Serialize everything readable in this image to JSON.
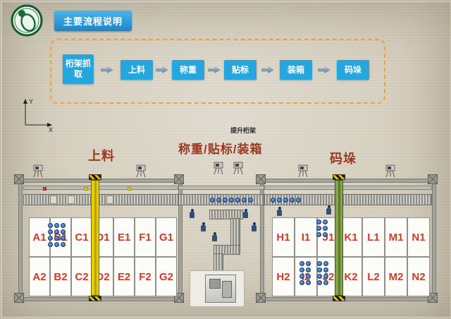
{
  "header": {
    "title": "主要流程说明"
  },
  "flow": {
    "steps": [
      "桁架抓取",
      "上料",
      "称重",
      "贴标",
      "装箱",
      "码垛"
    ]
  },
  "axis": {
    "x_label": "X",
    "y_label": "Y"
  },
  "sections": {
    "lifting_truss": "提升桁架",
    "loading": "上料",
    "weigh_label_pack": "称重/贴标/装箱",
    "palletize": "码垛"
  },
  "storage": {
    "left_row1": [
      "A1",
      "B1",
      "C1",
      "D1",
      "E1",
      "F1",
      "G1"
    ],
    "left_row2": [
      "A2",
      "B2",
      "C2",
      "D2",
      "E2",
      "F2",
      "G2"
    ],
    "right_row1": [
      "H1",
      "I1",
      "J1",
      "K1",
      "L1",
      "M1",
      "N1"
    ],
    "right_row2": [
      "H2",
      "I2",
      "J2",
      "K2",
      "L2",
      "M2",
      "N2"
    ]
  },
  "colors": {
    "accent_blue": "#27a5dd",
    "dashed_orange": "#f0a232",
    "section_red": "#993820",
    "cell_red": "#d23a2a",
    "background": "#d6cfbe"
  },
  "icons": {
    "logo": "logo-icon",
    "flow_arrow": "flow-arrow-icon",
    "camera": "camera-icon"
  }
}
